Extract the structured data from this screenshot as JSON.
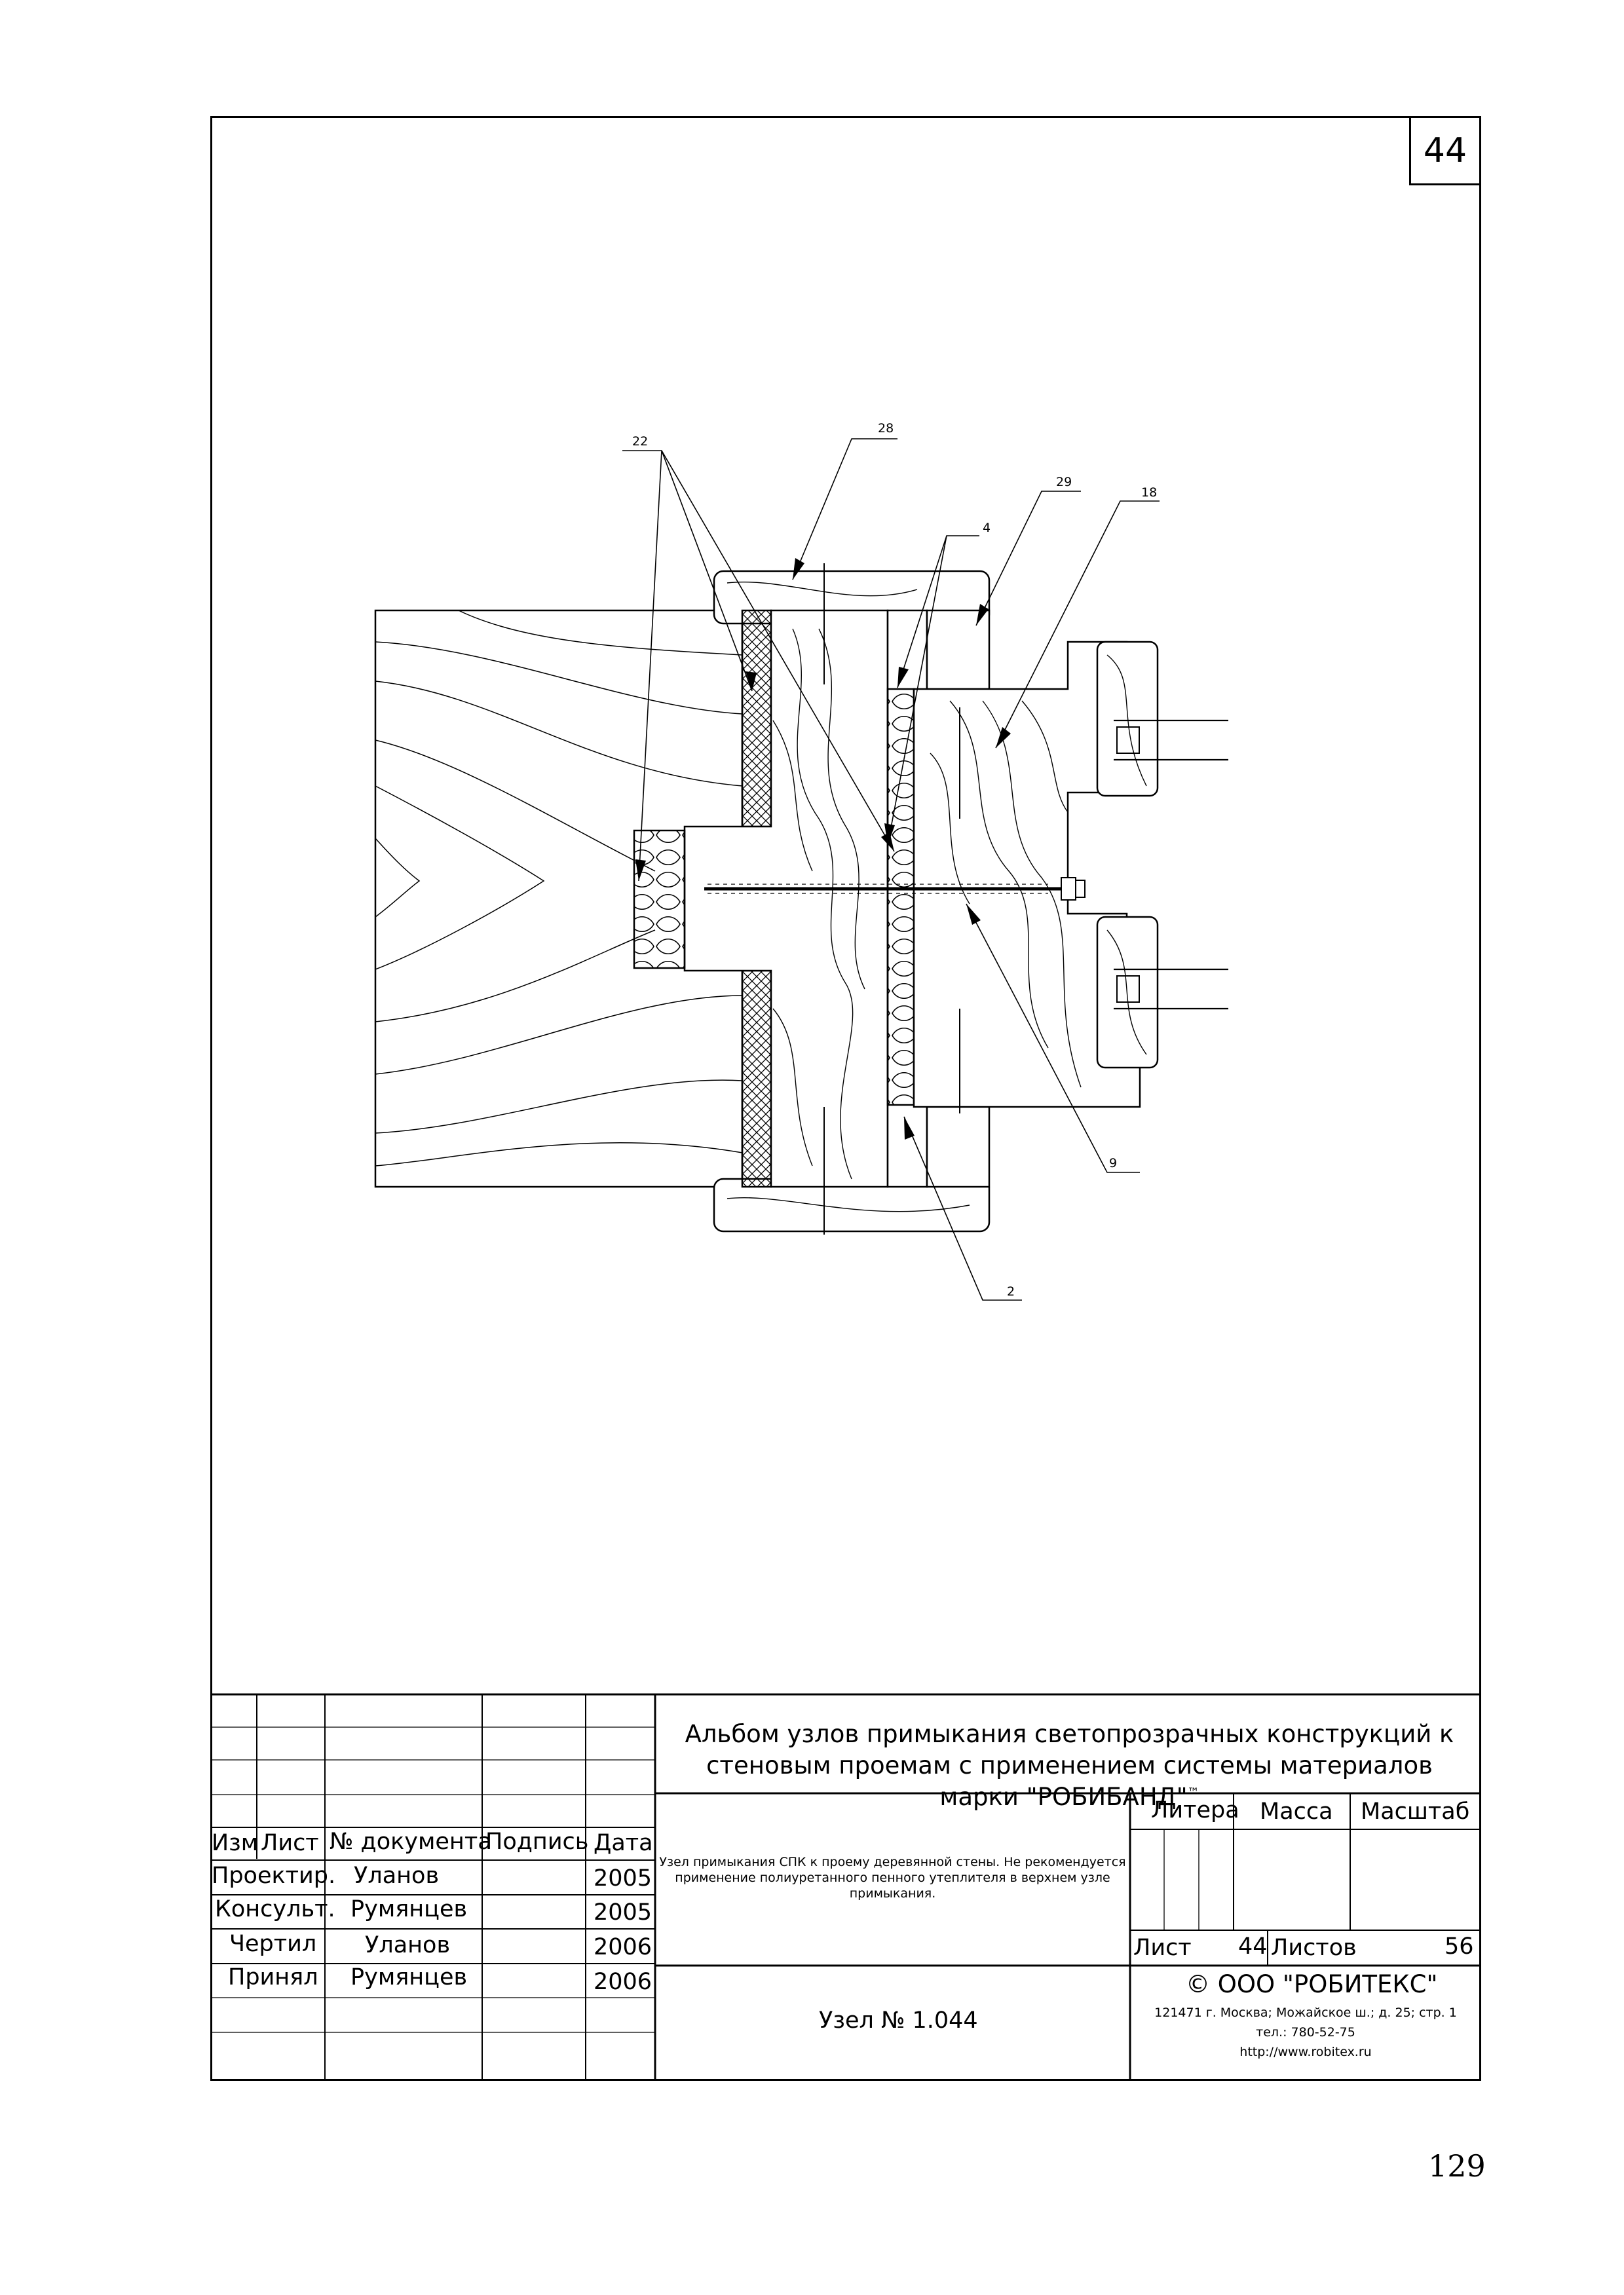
{
  "sheet_number_box": "44",
  "page_number": "129",
  "callouts": [
    "22",
    "28",
    "29",
    "18",
    "4",
    "9",
    "2"
  ],
  "stamp": {
    "header_cols": [
      "Изм",
      "Лист",
      "№ документа",
      "Подпись",
      "Дата"
    ],
    "rows": [
      {
        "role": "Проектир.",
        "name": "Уланов",
        "year": "2005"
      },
      {
        "role": "Консульт.",
        "name": "Румянцев",
        "year": "2005"
      },
      {
        "role": "Чертил",
        "name": "Уланов",
        "year": "2006"
      },
      {
        "role": "Принял",
        "name": "Румянцев",
        "year": "2006"
      }
    ],
    "album_title": "Альбом узлов примыкания светопрозрачных конструкций к стеновым проемам с применением системы материалов марки \"РОБИБАНД\"",
    "trademark": "™",
    "description": "Узел примыкания СПК к проему деревянной стены. Не рекомендуется применение полиуретанного пенного утеплителя в верхнем узле примыкания.",
    "litera_label": "Литера",
    "massa_label": "Масса",
    "masshtab_label": "Масштаб",
    "list_label": "Лист",
    "list_value": "44",
    "listov_label": "Листов",
    "listov_value": "56",
    "node_title": "Узел № 1.044",
    "company": "©  ООО \"РОБИТЕКС\"",
    "address": "121471 г. Москва; Можайское ш.; д. 25; стр. 1",
    "phone": "тел.: 780-52-75",
    "website": "http://www.robitex.ru"
  }
}
